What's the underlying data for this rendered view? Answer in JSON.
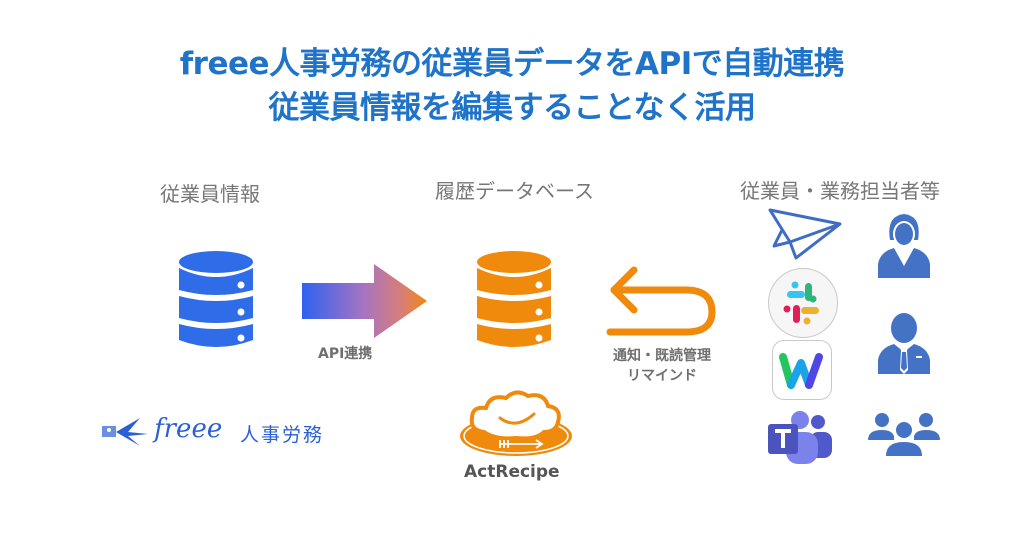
{
  "header": {
    "title_line1": "freee人事労務の従業員データをAPIで自動連携",
    "title_line2": "従業員情報を編集することなく活用"
  },
  "columns": {
    "left_label": "従業員情報",
    "center_label": "履歴データベース",
    "right_label": "従業員・業務担当者等"
  },
  "flows": {
    "api_label": "API連携",
    "notify_label_line1": "通知・既読管理",
    "notify_label_line2": "リマインド"
  },
  "logos": {
    "freee_wordmark": "freee",
    "freee_product": "人事労務",
    "actrecipe": "ActRecipe"
  },
  "icons": {
    "left_db": "database-icon",
    "center_db": "database-icon",
    "api_arrow": "arrow-right-icon",
    "return_arrow": "return-arrow-icon",
    "apps": [
      "paper-plane-icon",
      "slack-icon",
      "wrike-icon",
      "teams-icon"
    ],
    "people": [
      "woman-icon",
      "businessman-icon",
      "group-icon"
    ]
  },
  "colors": {
    "title": "#1f73c8",
    "left_db": "#2f6ce8",
    "center_db": "#f08a0c",
    "people": "#4472c4",
    "label_gray": "#777777"
  }
}
